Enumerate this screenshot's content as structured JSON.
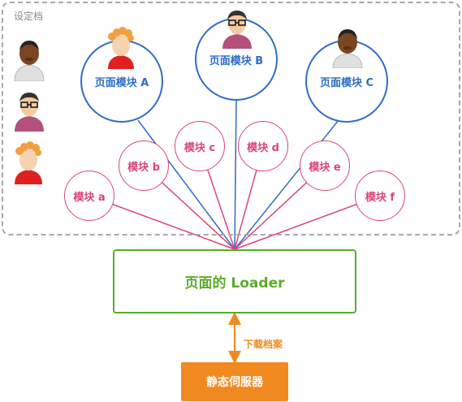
{
  "profile": {
    "label": "设定档"
  },
  "pages": [
    {
      "id": "A",
      "label": "页面模块 A"
    },
    {
      "id": "B",
      "label": "页面模块 B"
    },
    {
      "id": "C",
      "label": "页面模块 C"
    }
  ],
  "modules": [
    {
      "id": "a",
      "label": "模块 a"
    },
    {
      "id": "b",
      "label": "模块 b"
    },
    {
      "id": "c",
      "label": "模块 c"
    },
    {
      "id": "d",
      "label": "模块 d"
    },
    {
      "id": "e",
      "label": "模块 e"
    },
    {
      "id": "f",
      "label": "模块 f"
    }
  ],
  "loader": {
    "label": "页面的 Loader"
  },
  "connector": {
    "label": "下载档案"
  },
  "server": {
    "label": "静态伺服器"
  },
  "colors": {
    "page": "#2f6cc7",
    "module": "#d8457a",
    "loader": "#5aac2a",
    "server": "#f08a20",
    "dashed_border": "#a8a8a8"
  },
  "icons": [
    "person-dark-skin-icon",
    "person-glasses-icon",
    "person-curly-red-hair-icon"
  ]
}
